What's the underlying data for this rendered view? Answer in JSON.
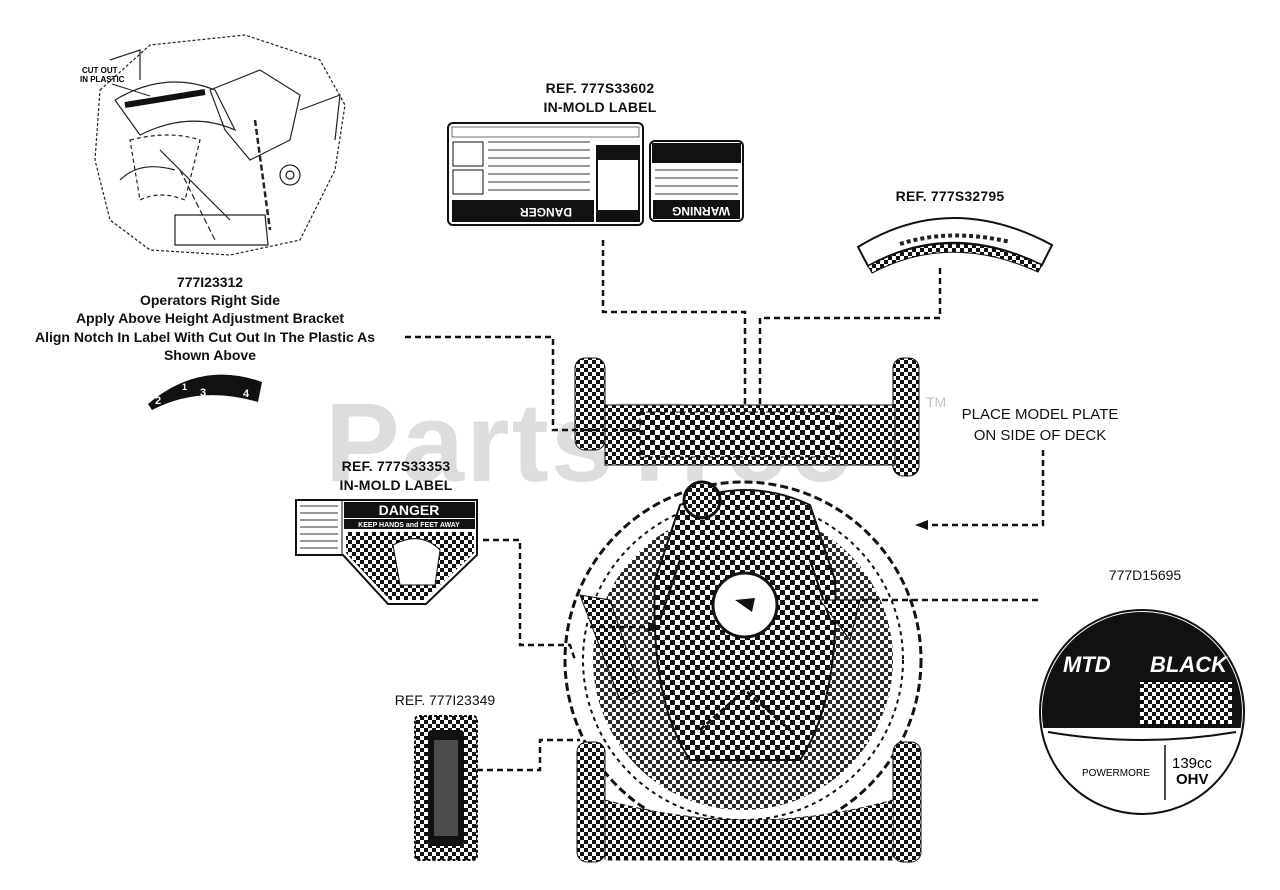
{
  "labels": {
    "left_part": "777I23312",
    "left_line1": "Operators Right Side",
    "left_line2": "Apply Above Height Adjustment Bracket",
    "left_line3": "Align Notch In Label With Cut Out In The Plastic As",
    "left_line4": "Shown Above",
    "cutout_line1": "CUT OUT",
    "cutout_line2": "IN PLASTIC",
    "top_ref": "REF. 777S33602",
    "top_type": "IN-MOLD LABEL",
    "arc_ref": "REF. 777S32795",
    "mid_ref": "REF. 777S33353",
    "mid_type": "IN-MOLD LABEL",
    "bottom_ref": "REF. 777I23349",
    "model_plate_line1": "PLACE MODEL PLATE",
    "model_plate_line2": "ON SIDE OF DECK",
    "right_part": "777D15695"
  },
  "height_label_numbers": [
    "2",
    "1",
    "3",
    "4"
  ],
  "danger_label": {
    "title": "DANGER",
    "subtitle": "KEEP HANDS and FEET AWAY"
  },
  "warning_label": {
    "left_title": "DANGER",
    "right_title": "WARNING"
  },
  "engine_decal": {
    "brand": "MTD",
    "brand2": "BLACK",
    "engine_brand": "POWERMORE",
    "displacement": "139cc",
    "type": "OHV"
  },
  "watermark": {
    "text": "PartsTree",
    "tm": "TM"
  }
}
